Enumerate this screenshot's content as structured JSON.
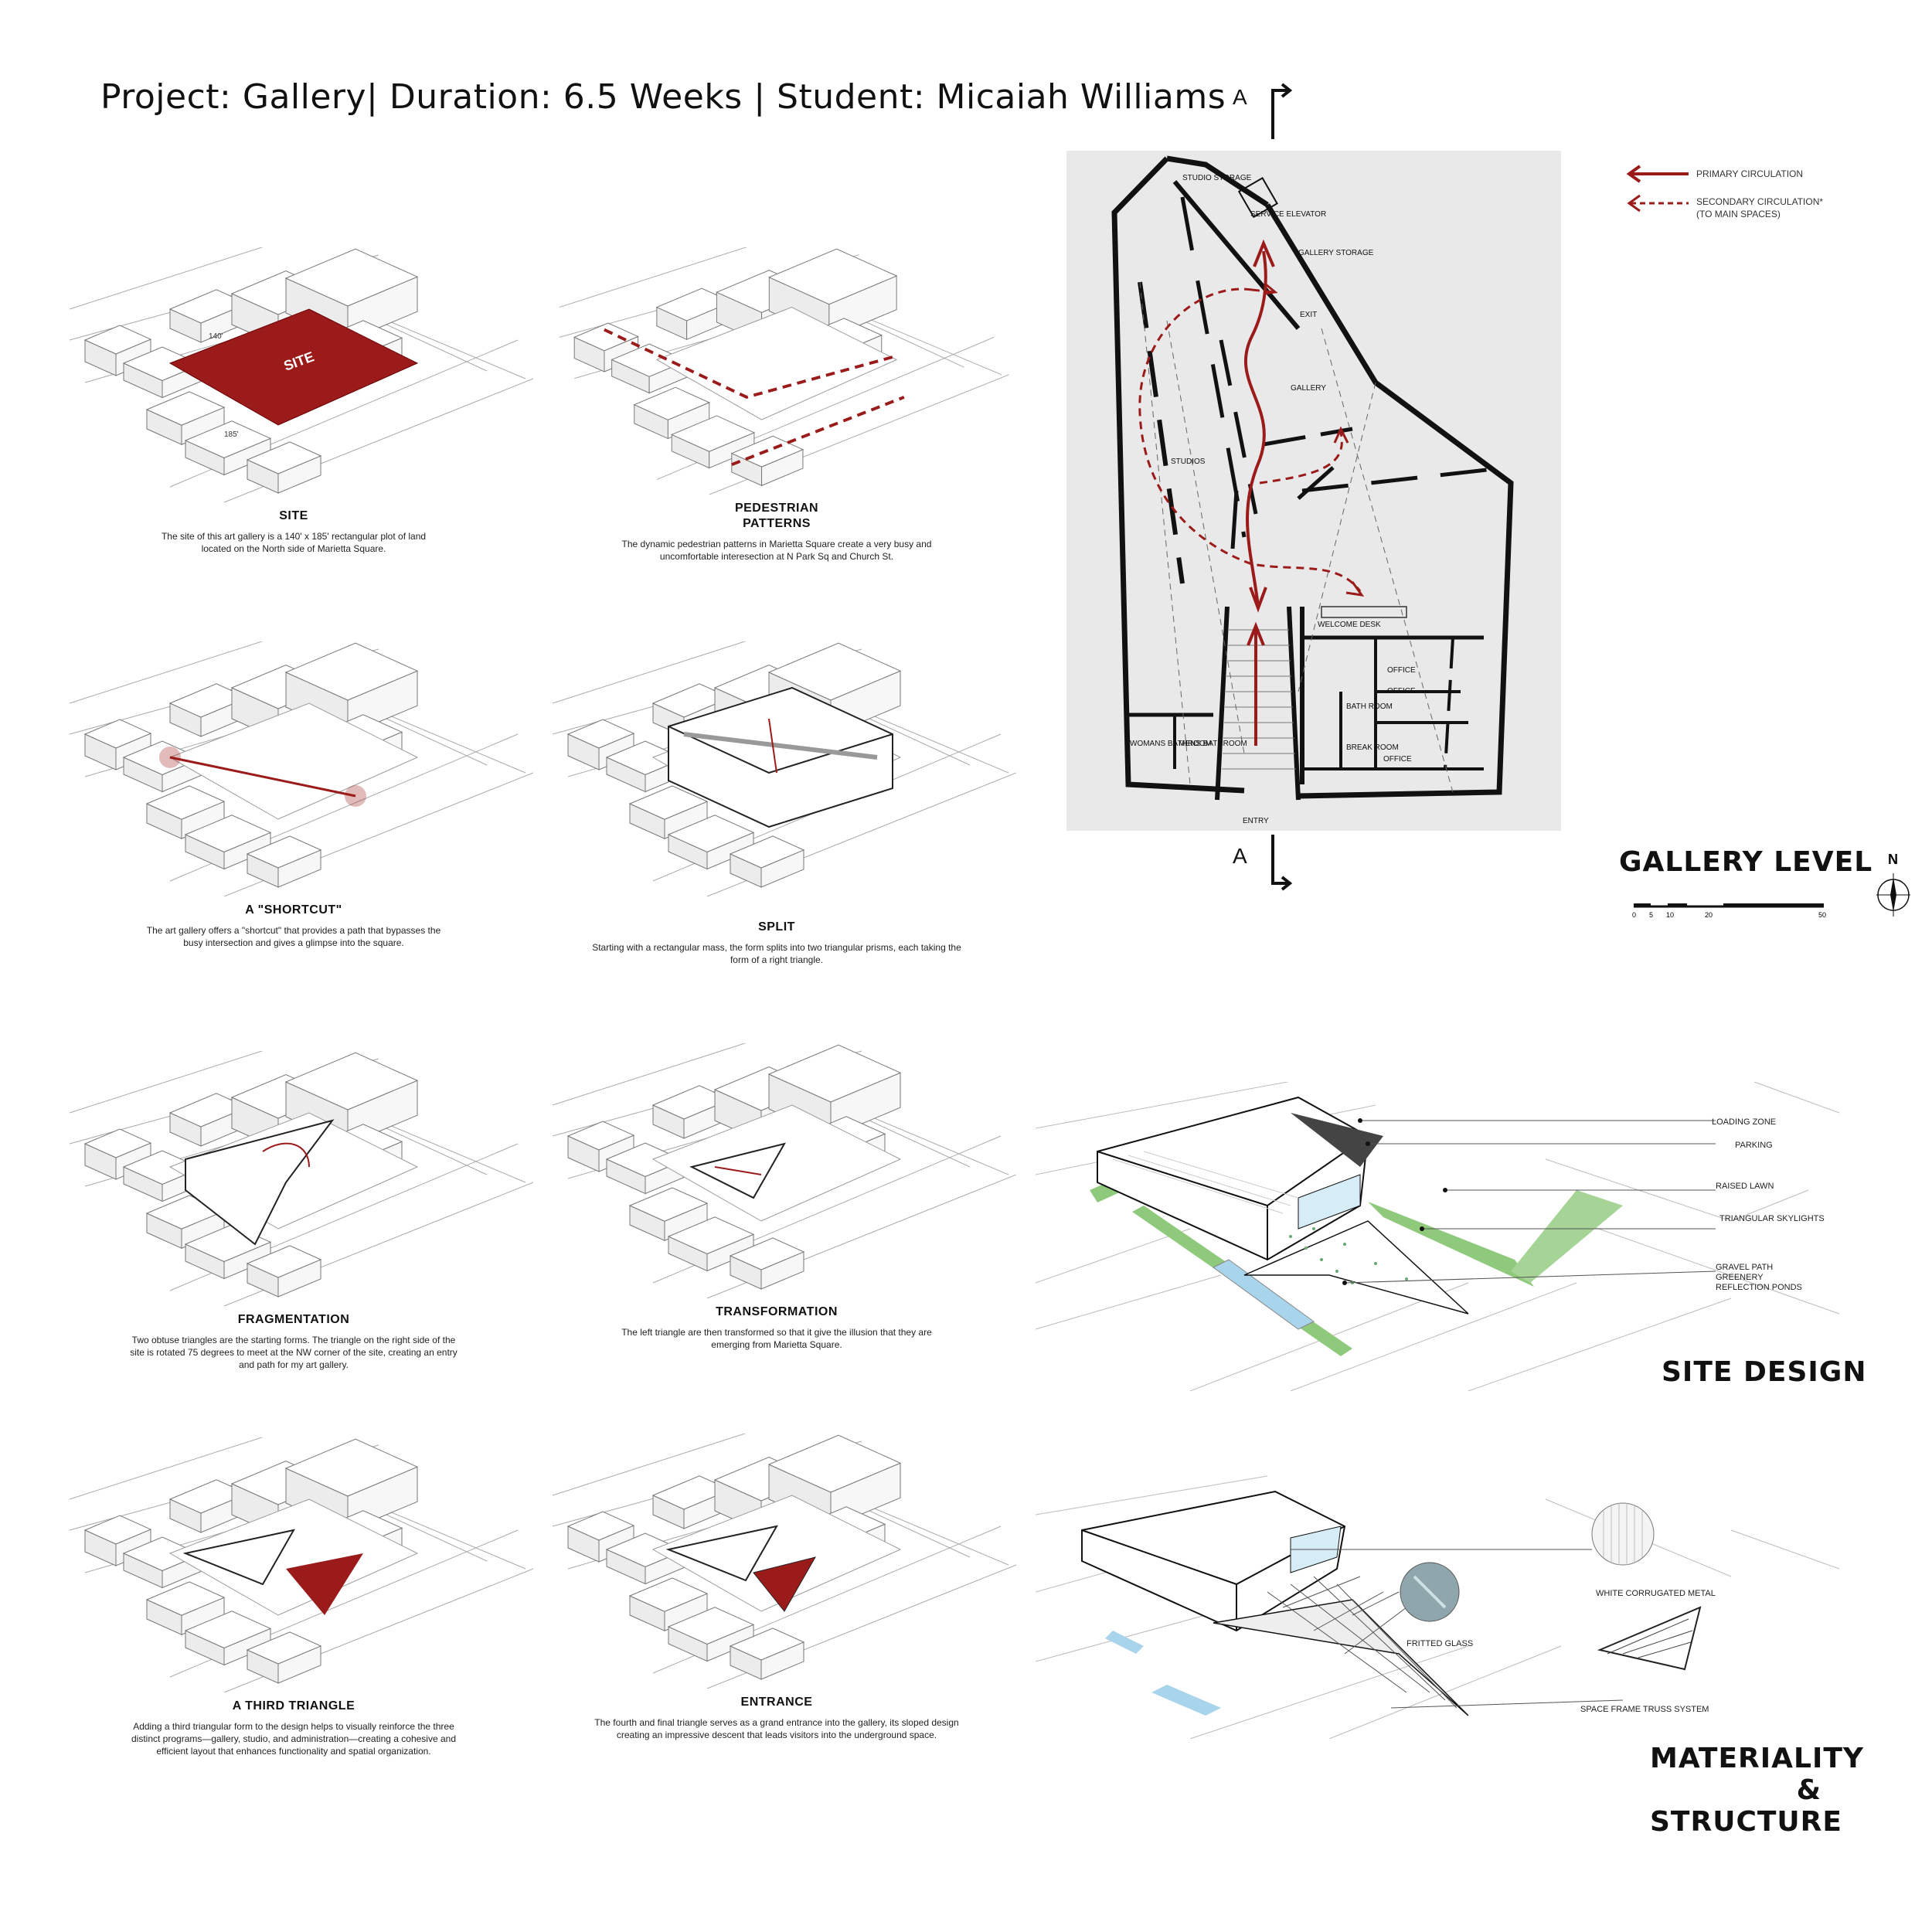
{
  "header": "Project: Gallery| Duration: 6.5 Weeks | Student: Micaiah Williams",
  "colors": {
    "accent_red": "#9b1b1b",
    "plan_bg": "#e9e9e9",
    "lawn_green": "#8ec97c",
    "water_blue": "#a8d4ec"
  },
  "panels": [
    {
      "title": "SITE",
      "text": "The site of this art gallery is a 140' x 185'  rectangular plot of land located on the North side of Marietta Square.",
      "marks": [
        "SITE",
        "140'",
        "185'"
      ]
    },
    {
      "title": "PEDESTRIAN\nPATTERNS",
      "text": "The dynamic pedestrian patterns in Marietta Square create a very busy and uncomfortable interesection at N Park Sq and Church St."
    },
    {
      "title": "A \"SHORTCUT\"",
      "text": "The art gallery offers a \"shortcut\" that provides a path that bypasses the busy intersection and gives a glimpse into the square."
    },
    {
      "title": "SPLIT",
      "text": "Starting with a rectangular mass, the form splits into two triangular prisms, each taking the form of a right triangle."
    },
    {
      "title": "FRAGMENTATION",
      "text": "Two obtuse triangles are the starting forms. The triangle on the right side of the site is rotated 75 degrees to meet at the NW corner of the site, creating an entry and path for my art gallery."
    },
    {
      "title": "TRANSFORMATION",
      "text": "The left triangle are then transformed so that it give the illusion that they are emerging from Marietta Square."
    },
    {
      "title": "A THIRD TRIANGLE",
      "text": "Adding a third triangular form to the design helps to visually reinforce the three distinct programs—gallery, studio, and administration—creating a cohesive and efficient layout that enhances functionality and spatial organization."
    },
    {
      "title": "ENTRANCE",
      "text": "The fourth and final triangle serves as a grand entrance into the gallery, its sloped design creating an impressive descent that leads visitors into the underground space."
    }
  ],
  "plan": {
    "title": "GALLERY LEVEL",
    "section_marker": "A",
    "north": "N",
    "scale_labels": [
      "0",
      "5",
      "10",
      "20",
      "50"
    ],
    "rooms": [
      "STUDIO STORAGE",
      "SERVICE ELEVATOR",
      "GALLERY STORAGE",
      "EXIT",
      "GALLERY",
      "STUDIOS",
      "WELCOME DESK",
      "OFFICE",
      "OFFICE",
      "OFFICE",
      "BATH ROOM",
      "BREAK ROOM",
      "WOMANS BATHROOM",
      "MENS BATHROOM",
      "ENTRY"
    ],
    "legend": {
      "primary": "PRIMARY CIRCULATION",
      "secondary": "SECONDARY CIRCULATION*",
      "secondary_note": "(TO MAIN SPACES)"
    }
  },
  "site_design": {
    "title": "SITE DESIGN",
    "callouts": [
      "LOADING ZONE",
      "PARKING",
      "RAISED LAWN",
      "TRIANGULAR SKYLIGHTS",
      "GRAVEL PATH",
      "GREENERY",
      "REFLECTION PONDS"
    ]
  },
  "materiality": {
    "title_line1": "MATERIALITY",
    "title_line2": "&",
    "title_line3": "STRUCTURE",
    "callouts": [
      "WHITE CORRUGATED METAL",
      "FRITTED GLASS",
      "SPACE FRAME TRUSS SYSTEM"
    ]
  }
}
